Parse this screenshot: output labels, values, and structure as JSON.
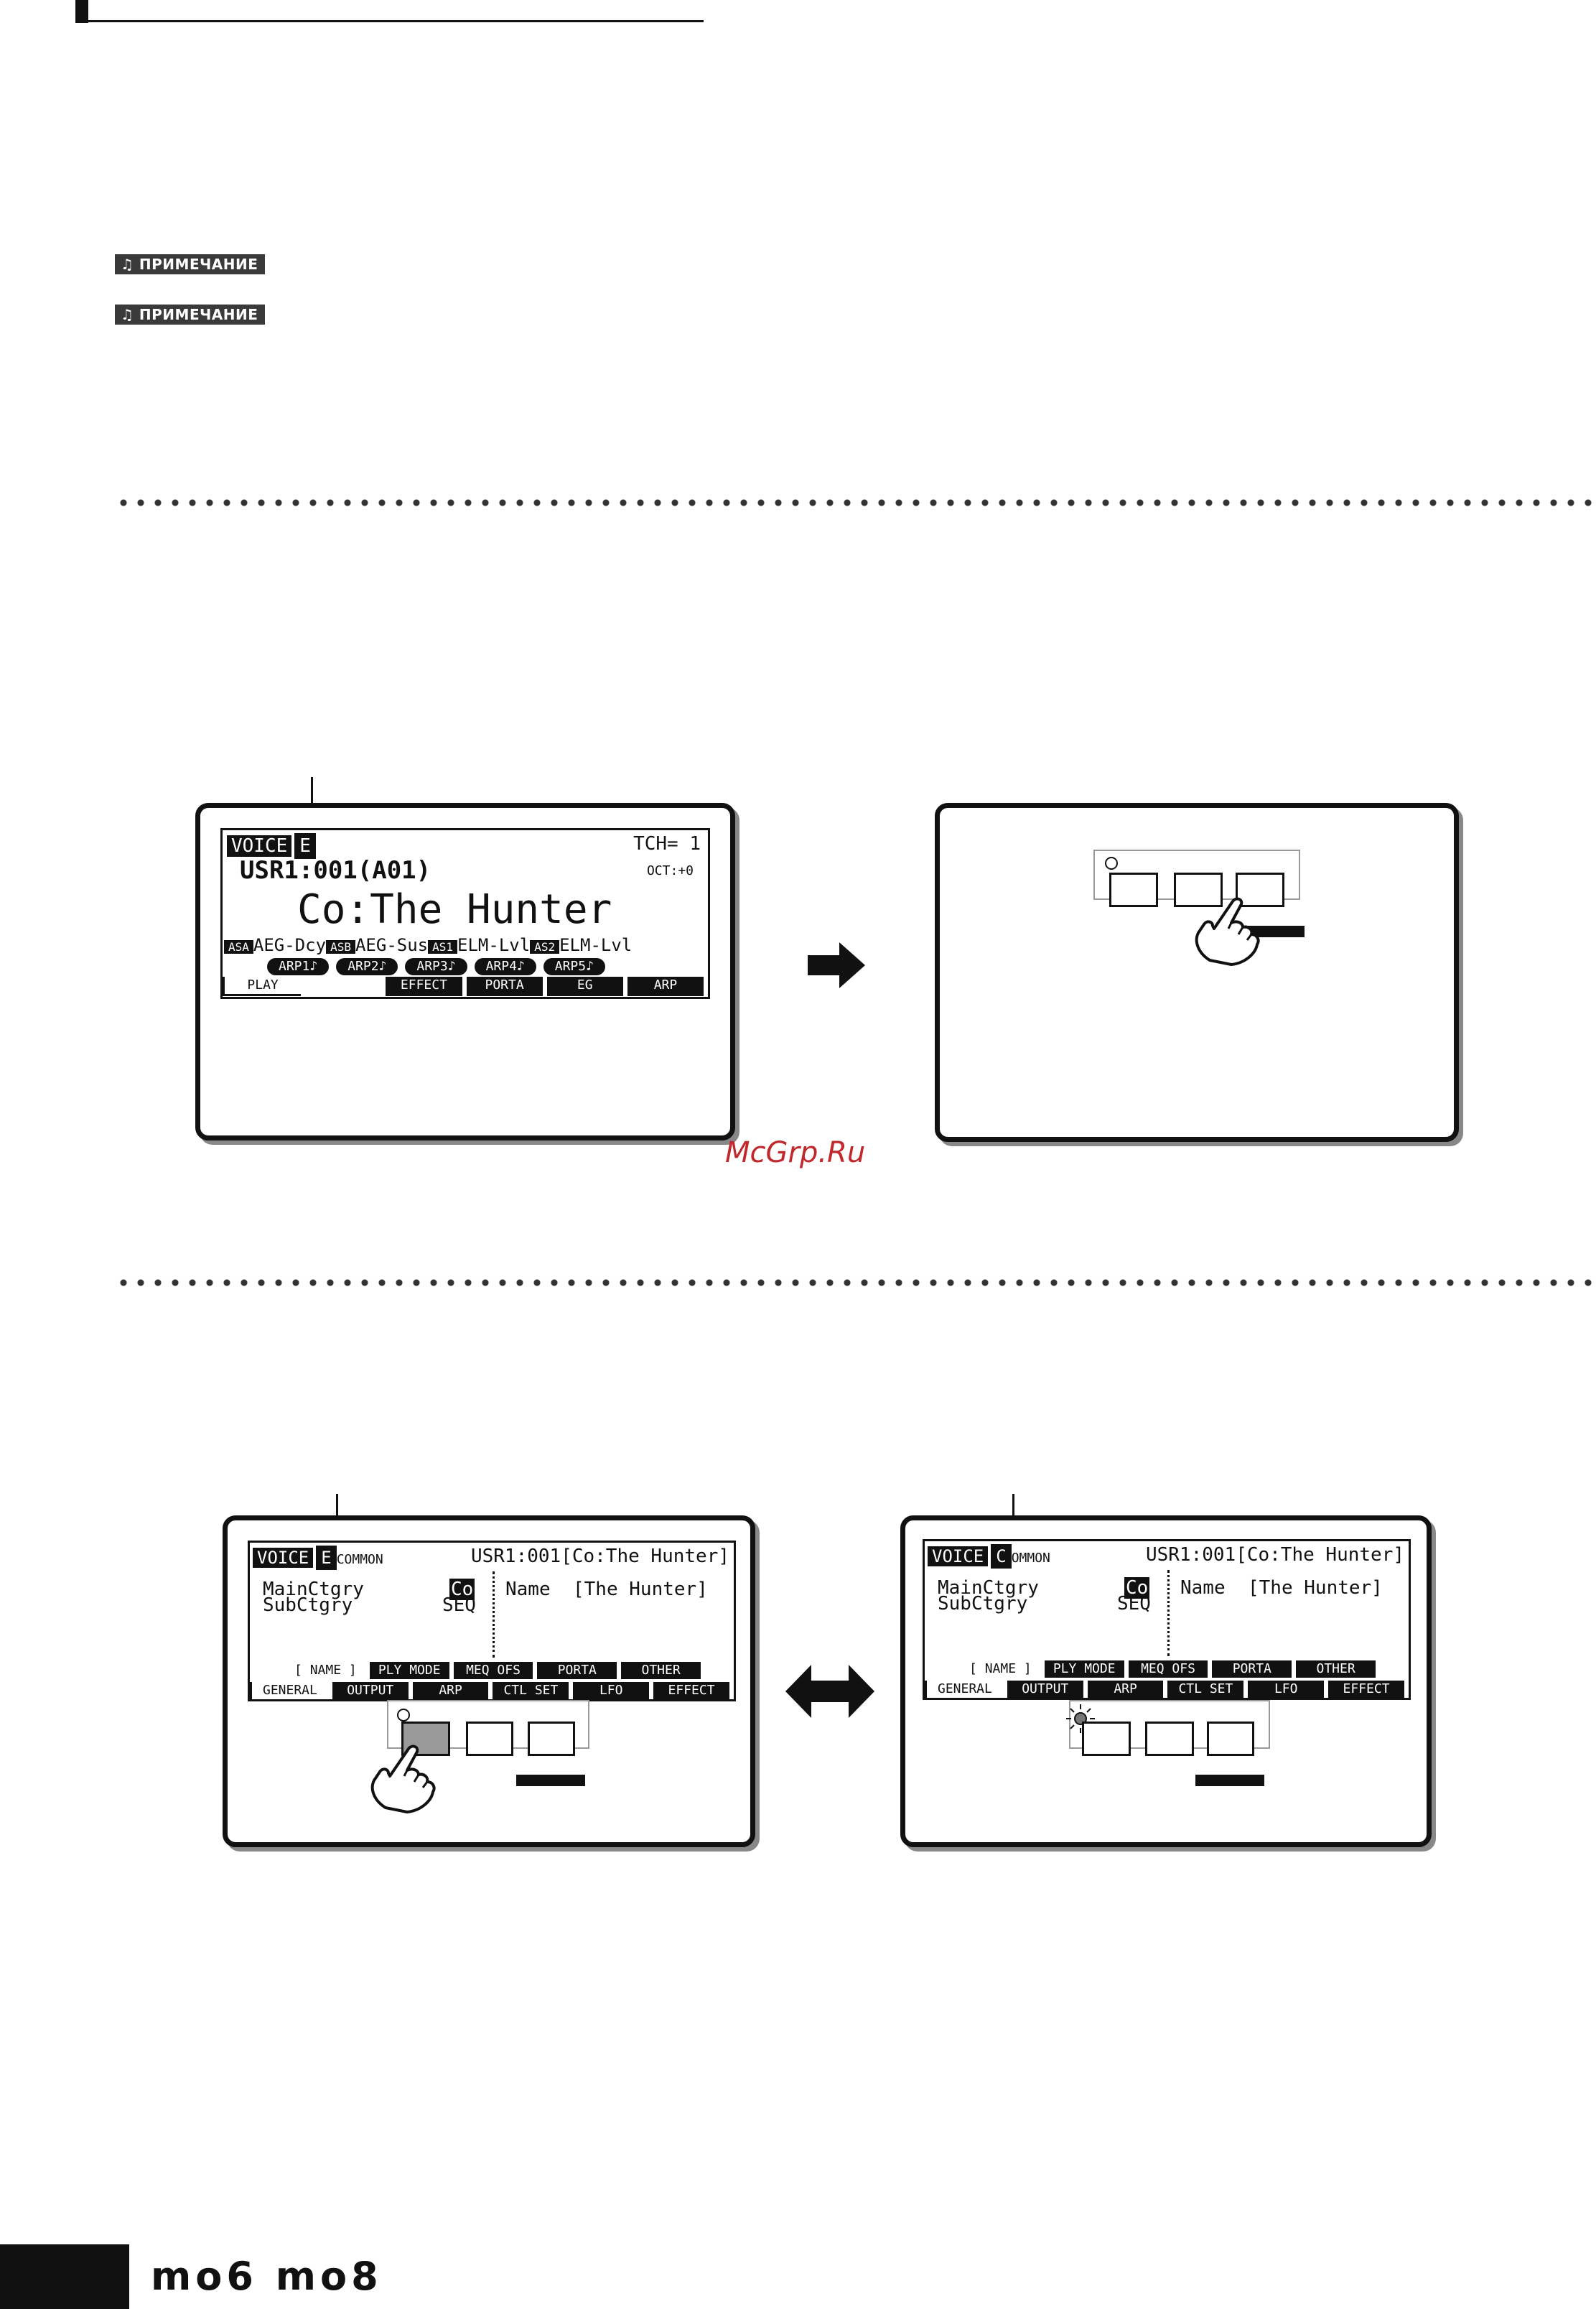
{
  "notes": [
    "ПРИМЕЧАНИЕ",
    "ПРИМЕЧАНИЕ"
  ],
  "watermark": "McGrp.Ru",
  "logo": "mo6 mo8",
  "lcd_play": {
    "mode": "VOICE",
    "edit_flag": "E",
    "tch": "TCH= 1",
    "bank": "USR1:001(A01)",
    "oct": "OCT:+0",
    "name": "Co:The Hunter",
    "knobs": [
      {
        "tag": "ASA",
        "label": "AEG-Dcy"
      },
      {
        "tag": "ASB",
        "label": "AEG-Sus"
      },
      {
        "tag": "AS1",
        "label": "ELM-Lvl"
      },
      {
        "tag": "AS2",
        "label": "ELM-Lvl"
      }
    ],
    "arps": [
      "ARP1♪",
      "ARP2♪",
      "ARP3♪",
      "ARP4♪",
      "ARP5♪"
    ],
    "tabs": [
      "PLAY",
      "",
      "EFFECT",
      "PORTA",
      "EG",
      "ARP"
    ]
  },
  "lcd_common_left": {
    "mode": "VOICE",
    "edit_flag": "E",
    "section": "COMMON",
    "bank": "USR1:001[Co:The Hunter]",
    "main_label": "MainCtgry",
    "main_value": "Co",
    "sub_label": "SubCtgry",
    "sub_value": "SEQ",
    "name_label": "Name",
    "name_value": "[The Hunter]",
    "subtabs": [
      "[ NAME ]",
      "PLY MODE",
      "MEQ OFS",
      "PORTA",
      "OTHER"
    ],
    "tabs": [
      "GENERAL",
      "OUTPUT",
      "ARP",
      "CTL SET",
      "LFO",
      "EFFECT"
    ]
  },
  "lcd_common_right": {
    "mode": "VOICE",
    "edit_flag": "C",
    "section": "OMMON",
    "bank": "USR1:001[Co:The Hunter]",
    "main_label": "MainCtgry",
    "main_value": "Co",
    "sub_label": "SubCtgry",
    "sub_value": "SEQ",
    "name_label": "Name",
    "name_value": "[The Hunter]",
    "subtabs": [
      "[ NAME ]",
      "PLY MODE",
      "MEQ OFS",
      "PORTA",
      "OTHER"
    ],
    "tabs": [
      "GENERAL",
      "OUTPUT",
      "ARP",
      "CTL SET",
      "LFO",
      "EFFECT"
    ]
  }
}
